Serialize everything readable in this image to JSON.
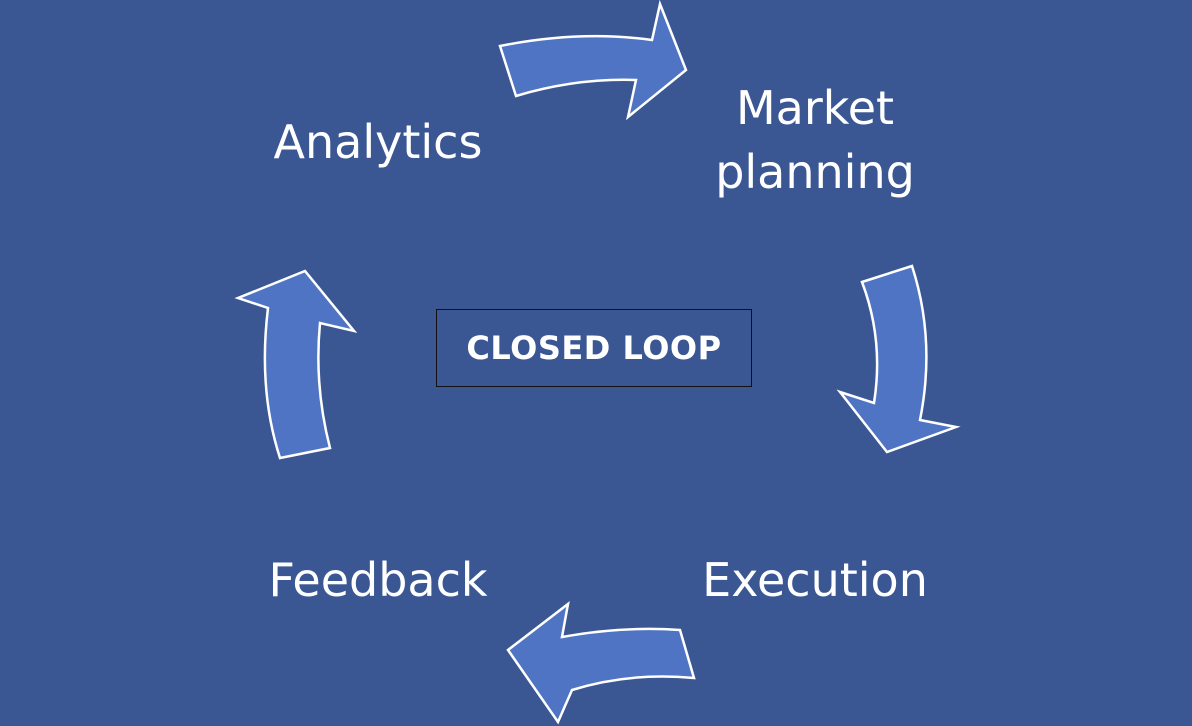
{
  "diagram": {
    "center_label": "CLOSED LOOP",
    "steps": [
      {
        "label": "Market planning"
      },
      {
        "label": "Execution"
      },
      {
        "label": "Feedback"
      },
      {
        "label": "Analytics"
      }
    ],
    "colors": {
      "background": "#3a5793",
      "arrow_fill": "#4f74c4",
      "arrow_outline": "#ffffff",
      "text": "#ffffff",
      "box_border": "#111111"
    }
  }
}
